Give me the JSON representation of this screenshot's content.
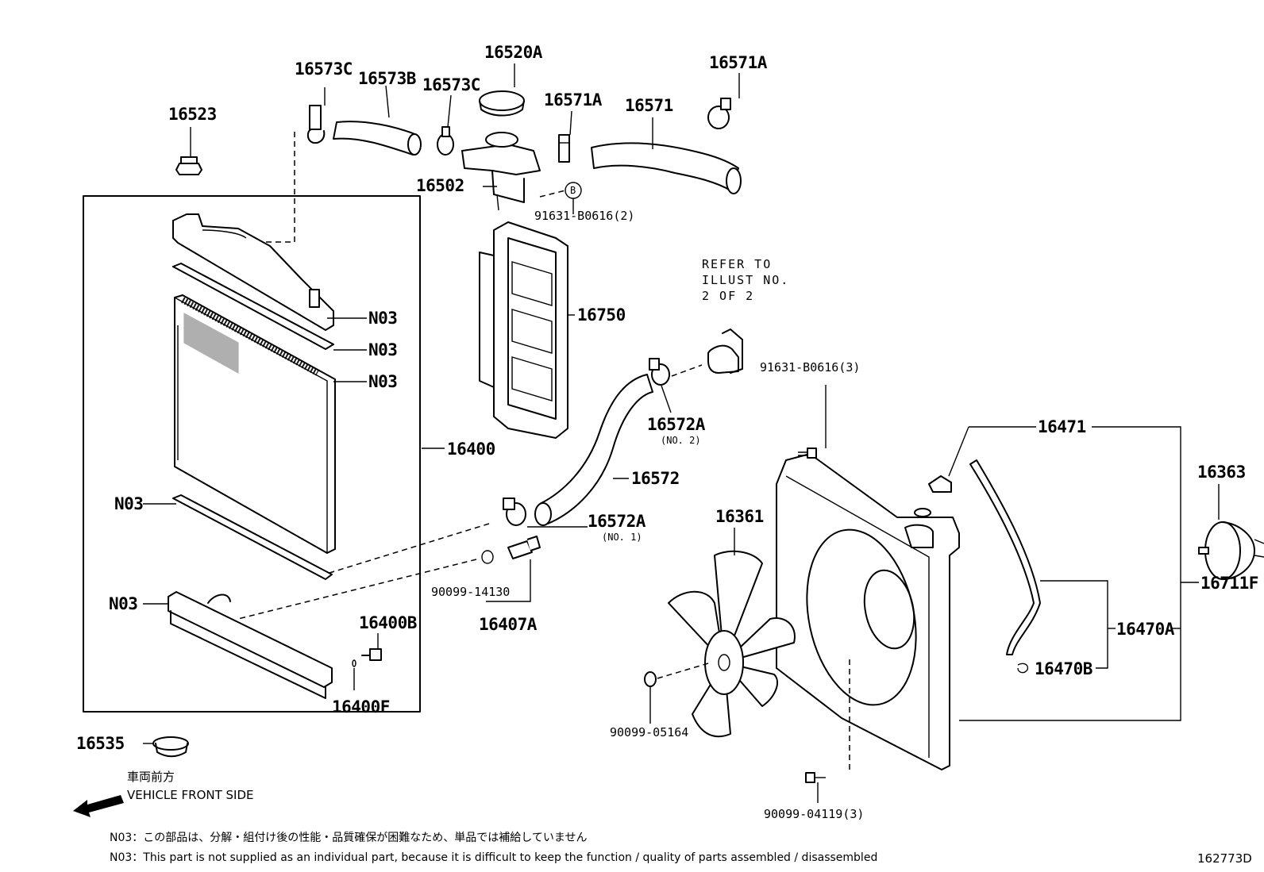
{
  "parts": {
    "p16573c_a": "16573C",
    "p16573b": "16573B",
    "p16573c_b": "16573C",
    "p16520a": "16520A",
    "p16571a_a": "16571A",
    "p16571": "16571",
    "p16571a_b": "16571A",
    "p16523": "16523",
    "p16502": "16502",
    "p91631_2": "91631-B0616(2)",
    "ref_b": "B",
    "refer": "REFER TO",
    "illust": "ILLUST NO.",
    "of": "2 OF 2",
    "p16750": "16750",
    "n03_1": "N03",
    "n03_2": "N03",
    "n03_3": "N03",
    "n03_4": "N03",
    "n03_5": "N03",
    "p16400": "16400",
    "p91631_3": "91631-B0616(3)",
    "p16572a_no2": "16572A",
    "no2": "(NO. 2)",
    "p16572": "16572",
    "p16471": "16471",
    "p16363": "16363",
    "p16361": "16361",
    "p16572a_no1": "16572A",
    "no1": "(NO. 1)",
    "p16711f": "16711F",
    "p90099_14130": "90099-14130",
    "p16407a": "16407A",
    "p16400b": "16400B",
    "p16470a": "16470A",
    "p16470b": "16470B",
    "p16400f": "16400F",
    "p90099_05164": "90099-05164",
    "p16535": "16535",
    "p90099_04119": "90099-04119(3)"
  },
  "direction": {
    "jp": "車両前方",
    "en": "VEHICLE FRONT SIDE"
  },
  "notes": {
    "jp": "N03：この部品は、分解・組付け後の性能・品質確保が困難なため、単品では補給していません",
    "en": "N03：This part is not supplied as an individual part, because it is difficult to keep the function / quality of parts assembled / disassembled"
  },
  "figure_id": "162773D"
}
